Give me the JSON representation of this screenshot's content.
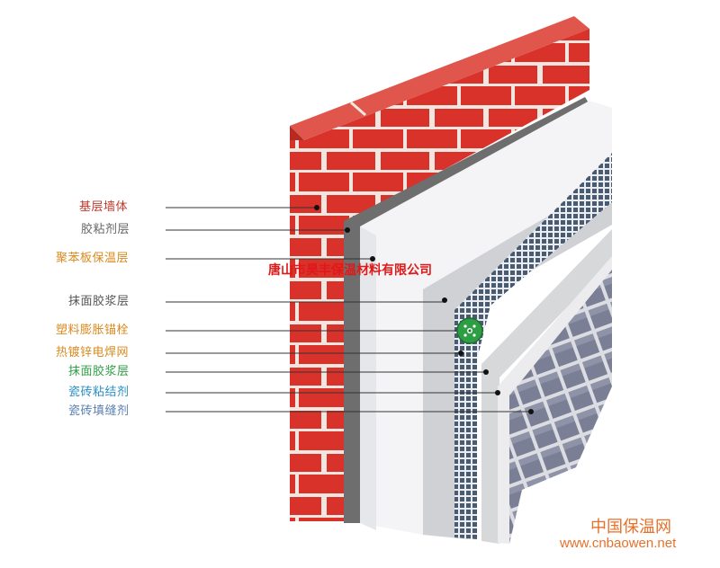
{
  "diagram": {
    "labels": [
      {
        "text": "基层墙体",
        "color": "#c0392b"
      },
      {
        "text": "胶粘剂层",
        "color": "#666666"
      },
      {
        "text": "聚苯板保温层",
        "color": "#d98a1f"
      },
      {
        "text": "抹面胶浆层",
        "color": "#555555"
      },
      {
        "text": "塑料膨胀锚栓",
        "color": "#d98a1f"
      },
      {
        "text": "热镀锌电焊网",
        "color": "#d98a1f"
      },
      {
        "text": "抹面胶浆层",
        "color": "#2e9e45"
      },
      {
        "text": "瓷砖粘结剂",
        "color": "#2a8fc4"
      },
      {
        "text": "瓷砖填缝剂",
        "color": "#5a7fb0"
      }
    ],
    "watermark": "唐山市昊丰保温材料有限公司"
  },
  "branding": {
    "name": "中国保温网",
    "url": "www.cnbaowen.net"
  },
  "colors": {
    "brick": "#d8322a",
    "brick_top": "#e0564c",
    "mortar": "#f1e6e0",
    "adhesive": "#6e6e6e",
    "eps_board": "#f4f4f6",
    "mesh": "#4a5a70",
    "tile": "#7a7f96"
  }
}
